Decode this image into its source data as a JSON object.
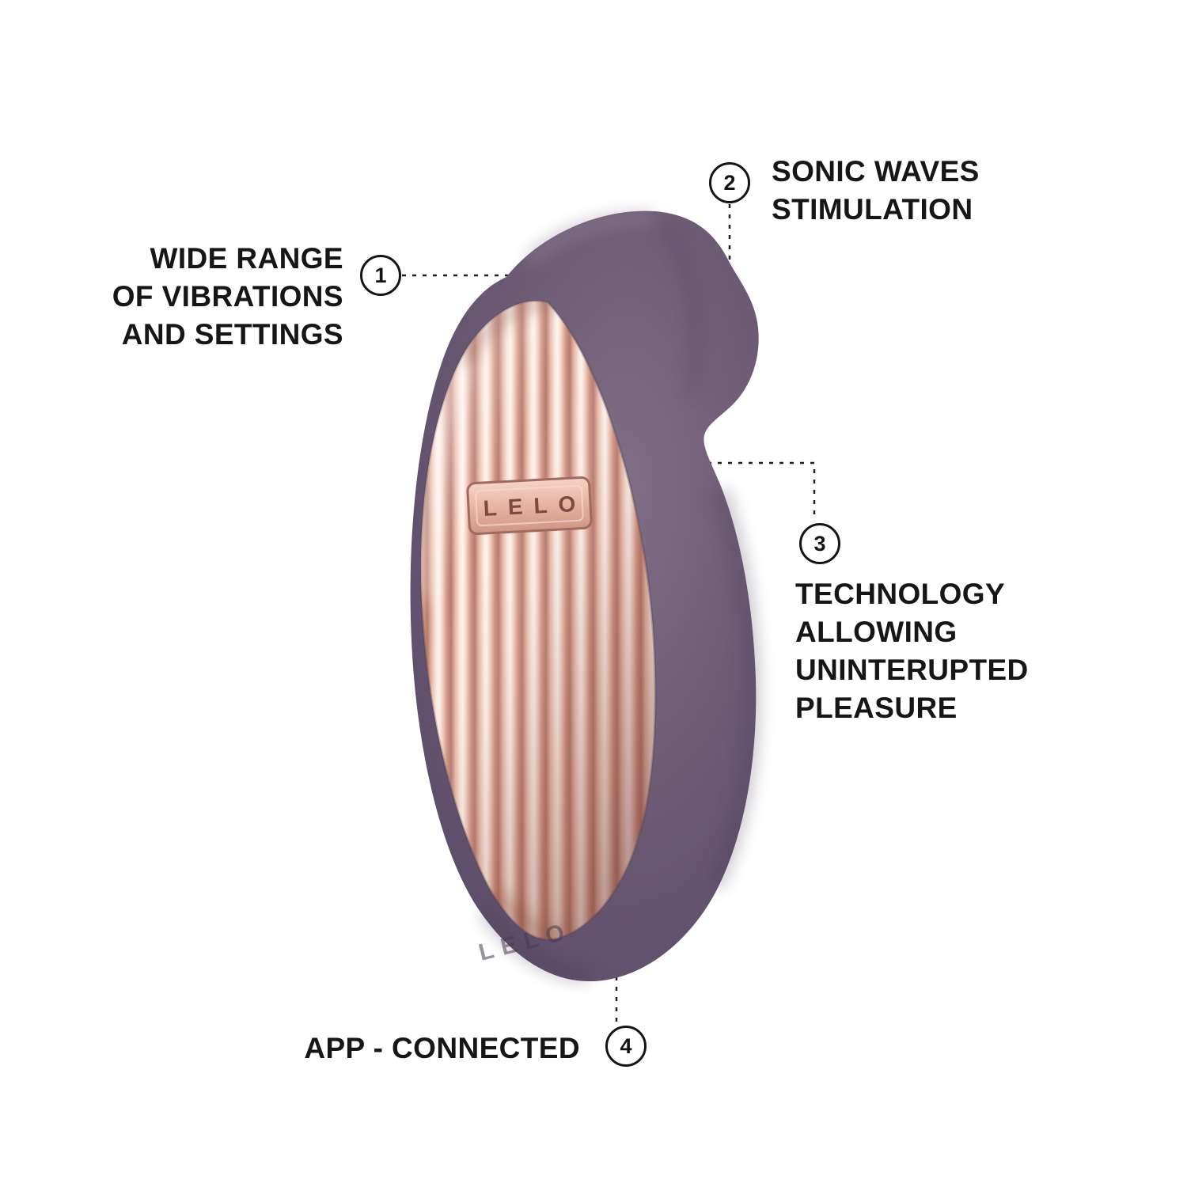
{
  "product": {
    "brand": "LELO",
    "body_color": "#6e5c75",
    "panel_color": "#e9b7a6",
    "panel_highlight": "#fdf0e8",
    "panel_shadow": "#b57a6c"
  },
  "callouts": [
    {
      "number": "1",
      "lines": [
        "WIDE RANGE",
        "OF VIBRATIONS",
        "AND SETTINGS"
      ]
    },
    {
      "number": "2",
      "lines": [
        "SONIC WAVES",
        "STIMULATION"
      ]
    },
    {
      "number": "3",
      "lines": [
        "TECHNOLOGY",
        "ALLOWING",
        "UNINTERUPTED",
        "PLEASURE"
      ]
    },
    {
      "number": "4",
      "lines": [
        "APP - CONNECTED"
      ]
    }
  ]
}
